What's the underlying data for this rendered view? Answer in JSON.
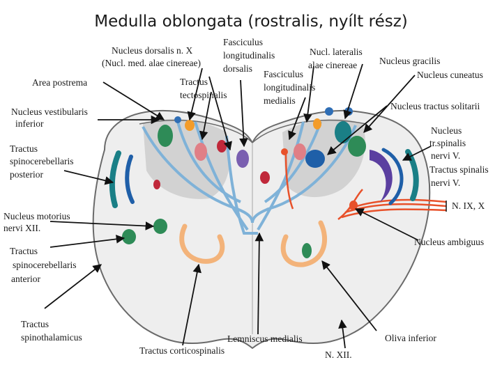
{
  "title": "Medulla oblongata (rostralis, nyílt rész)",
  "labels": {
    "nucleus_dorsalis": "Nucleus dorsalis n. X",
    "nucl_med_alae": "(Nucl. med. alae cinereae)",
    "fasciculus_long_dorsalis_1": "Fasciculus",
    "fasciculus_long_dorsalis_2": "longitudinalis",
    "fasciculus_long_dorsalis_3": "dorsalis",
    "nucl_lateralis_1": "Nucl. lateralis",
    "nucl_lateralis_2": "alae cinereae",
    "nucleus_gracilis": "Nucleus gracilis",
    "nucleus_cuneatus": "Nucleus cuneatus",
    "area_postrema": "Area postrema",
    "tractus_tectospinalis_1": "Tractus",
    "tractus_tectospinalis_2": "tectospinalis",
    "fasciculus_long_medialis_1": "Fasciculus",
    "fasciculus_long_medialis_2": "longitudinalis",
    "fasciculus_long_medialis_3": "medialis",
    "nucleus_tractus_solitarii": "Nucleus tractus solitarii",
    "nucleus_vestibularis_1": "Nucleus vestibularis",
    "nucleus_vestibularis_2": "inferior",
    "nucleus_spinalis_1": "Nucleus",
    "nucleus_spinalis_2": "tr.spinalis",
    "nucleus_spinalis_3": "nervi V.",
    "nucleus_spinalis_4": "Tractus spinalis",
    "nucleus_spinalis_5": "nervi V.",
    "tractus_scb_post_1": "Tractus",
    "tractus_scb_post_2": "spinocerebellaris",
    "tractus_scb_post_3": "posterior",
    "n_ix_x": "N. IX, X",
    "nucleus_motorius_1": "Nucleus motorius",
    "nucleus_motorius_2": "nervi XII.",
    "nucleus_ambiguus": "Nucleus ambiguus",
    "tractus_scb_ant_1": "Tractus",
    "tractus_scb_ant_2": "spinocerebellaris",
    "tractus_scb_ant_3": "anterior",
    "tractus_spinothal_1": "Tractus",
    "tractus_spinothal_2": "spinothalamicus",
    "lemniscus_medialis": "Lemniscus medialis",
    "tractus_corticospinalis": "Tractus corticospinalis",
    "oliva_inferior": "Oliva inferior",
    "n_xii": "N. XII."
  },
  "colors": {
    "section_fill": "#eeeeee",
    "gray_matter": "#d0d0d0",
    "pathway_blue": "#7fb2d8",
    "nerve_red": "#e8512a",
    "nucleus_green": "#2e8b57",
    "nucleus_teal": "#1a7f86",
    "nucleus_blue": "#1f5fa8",
    "nucleus_purple": "#5b3fa0",
    "nucleus_pink": "#e07f86",
    "nucleus_red": "#c0283a",
    "nucleus_orange": "#f39c2a",
    "oliva_orange": "#f3b37a"
  }
}
